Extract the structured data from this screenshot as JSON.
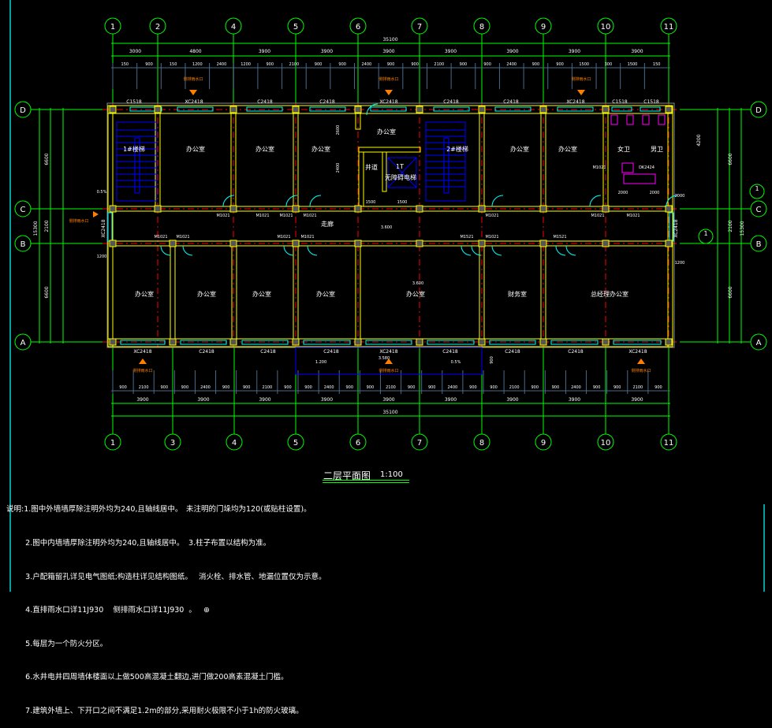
{
  "drawing": {
    "title": "二层平面图",
    "scale": "1:100",
    "colors": {
      "axis": "#00ff00",
      "wall": "#ffff00",
      "grid": "#ff0000",
      "window": "#00ffff",
      "stair": "#0000ff",
      "fixture": "#ff00ff",
      "annotation": "#ff8000",
      "dim": "#4a6a8a"
    }
  },
  "axes": {
    "top": [
      "1",
      "2",
      "4",
      "5",
      "6",
      "7",
      "8",
      "9",
      "10",
      "11"
    ],
    "bottom": [
      "1",
      "3",
      "4",
      "5",
      "6",
      "7",
      "8",
      "9",
      "10",
      "11"
    ],
    "rows": [
      "D",
      "C",
      "B",
      "A"
    ],
    "detail_markers": [
      "1",
      "1"
    ]
  },
  "dimensions": {
    "top_total": "35100",
    "top_bays": [
      "3000",
      "4800",
      "3900",
      "3900",
      "3900",
      "3900",
      "3900",
      "3900",
      "3900"
    ],
    "top_segments": [
      "150",
      "900",
      "150",
      "1200",
      "2400",
      "1200",
      "900",
      "2100",
      "900",
      "900",
      "2400",
      "900",
      "900",
      "2100",
      "900",
      "900",
      "2400",
      "900",
      "900",
      "1500",
      "300",
      "1500",
      "150"
    ],
    "bottom_total": "35100",
    "bottom_bays": [
      "3900",
      "3900",
      "3900",
      "3900",
      "3900",
      "3900",
      "3900",
      "3900",
      "3900"
    ],
    "bottom_segments": [
      "900",
      "2100",
      "900",
      "900",
      "2400",
      "900",
      "900",
      "2100",
      "900",
      "900",
      "2400",
      "900",
      "900",
      "2100",
      "900",
      "900",
      "2400",
      "900",
      "900",
      "2100",
      "900",
      "900",
      "2400",
      "900",
      "900",
      "2100",
      "900"
    ],
    "left": [
      "6600",
      "2100",
      "6600",
      "15300"
    ],
    "right": [
      "4200",
      "6600",
      "2100",
      "6600",
      "15300"
    ],
    "interior": [
      "2600",
      "2400",
      "1500",
      "1500",
      "2000",
      "2000",
      "3.600",
      "3.600",
      "3.580",
      "1.200",
      "0.5%",
      "0.5%",
      "1200",
      "1200",
      "900",
      "2000"
    ]
  },
  "rooms": {
    "north": [
      "1#楼梯",
      "办公室",
      "办公室",
      "办公室",
      "办公室",
      "井道",
      "1T",
      "无障碍电梯",
      "2#楼梯",
      "办公室",
      "办公室",
      "女卫",
      "男卫"
    ],
    "corridor": "走廊",
    "south": [
      "办公室",
      "办公室",
      "办公室",
      "办公室",
      "办公室",
      "财务室",
      "总经理办公室"
    ]
  },
  "windows": {
    "top": [
      "C1518",
      "XC2418",
      "C2418",
      "C2418",
      "XC2418",
      "C2418",
      "C2418",
      "XC2418",
      "C1518",
      "C1518"
    ],
    "bottom": [
      "XC2418",
      "C2418",
      "C2418",
      "C2418",
      "XC2418",
      "C2418",
      "C2418",
      "C2418",
      "XC2418"
    ],
    "side": [
      "XC2418",
      "XC2418"
    ]
  },
  "doors": {
    "north": [
      "M1021",
      "M1021",
      "M1021",
      "M1021",
      "M1021",
      "M1021",
      "DK2424",
      "M1021",
      "M1021"
    ],
    "south": [
      "M1021",
      "M1021",
      "M1021",
      "M1021",
      "M1521",
      "M1021",
      "M1521"
    ]
  },
  "rain_outlets": [
    "侧排雨水口",
    "侧排雨水口",
    "侧排雨水口",
    "侧排雨水口",
    "侧排雨水口",
    "侧排雨水口",
    "侧排雨水口"
  ],
  "notes": [
    {
      "a": "说明:1.图中外墙墙厚除注明外均为240,且轴线居中。",
      "b": "未注明的门垛均为120(或贴柱设置)。"
    },
    {
      "a": "        2.图中内墙墙厚除注明外均为240,且轴线居中。",
      "b": " 3.柱子布置以结构为准。"
    },
    {
      "a": "        3.户配箱留孔详见电气图纸;构造柱详见结构图纸。",
      "b": "  消火栓、排水管、地漏位置仅为示意。"
    },
    {
      "a": "        4.直排雨水口详11J930    侧排雨水口详11J930  。",
      "b": ""
    },
    {
      "a": "        5.每层为一个防火分区。",
      "b": ""
    },
    {
      "a": "        6.水井电井四周墙体楼面以上做500高混凝土翻边,进门做200高素混凝土门槛。",
      "b": ""
    },
    {
      "a": "        7.建筑外墙上、下开口之间不满足1.2m的部分,采用耐火极限不小于1h的防火玻璃。",
      "b": ""
    }
  ]
}
